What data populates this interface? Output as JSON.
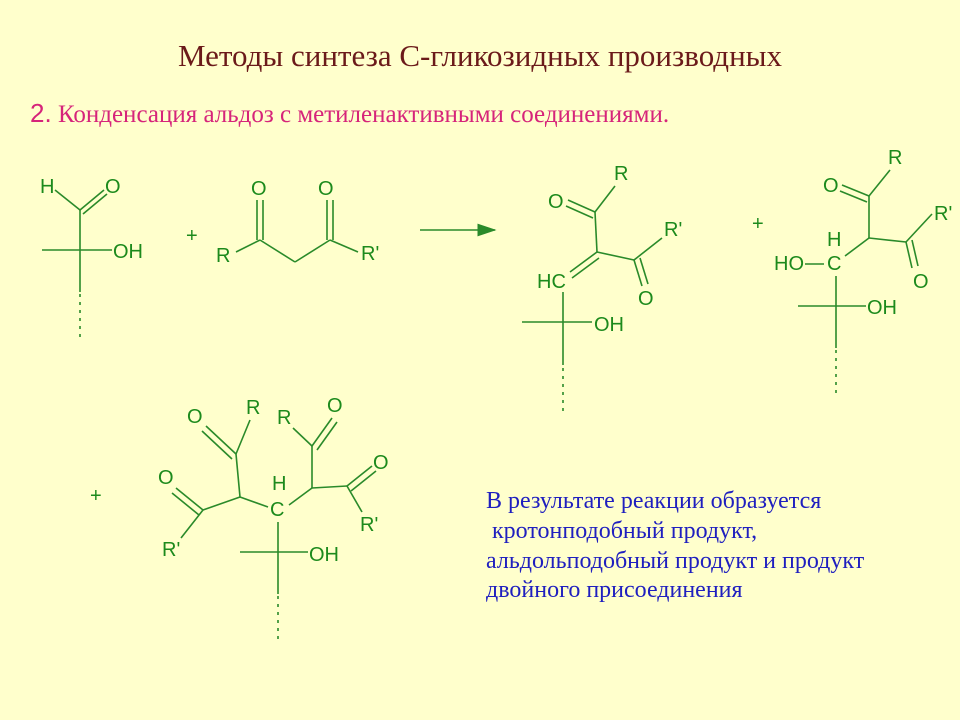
{
  "slide": {
    "title": "Методы синтеза С-гликозидных производных",
    "subtitle_number": "2.",
    "subtitle_text": " Конденсация альдоз с метиленактивными соединениями.",
    "conclusion": [
      "В результате реакции образуется",
      " кротонподобный продукт,",
      "альдольподобный продукт и продукт",
      "двойного присоединения"
    ],
    "colors": {
      "background": "#ffffcc",
      "title": "#6b1a1a",
      "subtitle": "#d6247a",
      "conclusion": "#1f1fbf",
      "structure": "#1c8a1c"
    }
  },
  "diagram": {
    "plus": "+",
    "atoms": {
      "H": "H",
      "O": "O",
      "OH": "OH",
      "R": "R",
      "R1": "R'",
      "HC": "HC",
      "HO": "HO",
      "C": "C"
    }
  }
}
